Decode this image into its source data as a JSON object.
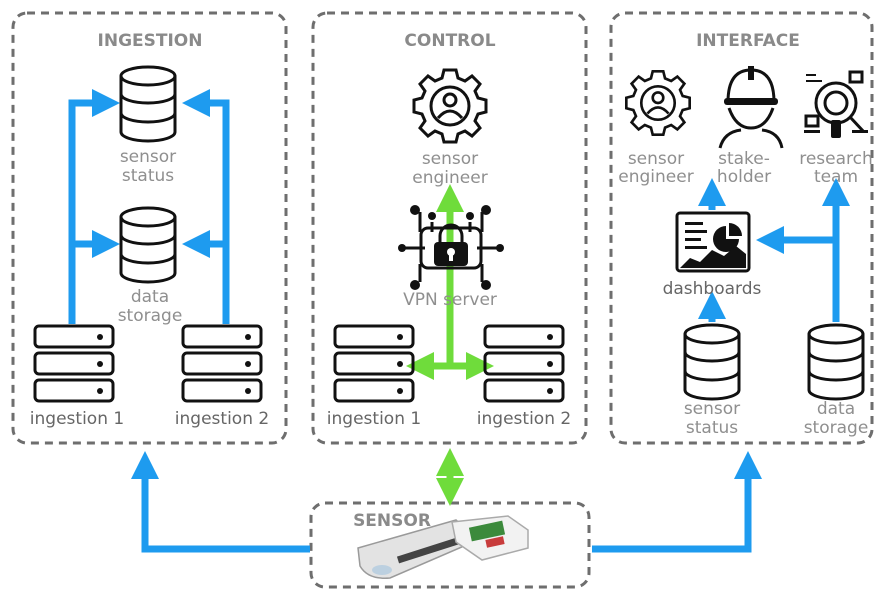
{
  "panels": {
    "ingestion": {
      "title": "INGESTION",
      "db1": [
        "sensor",
        "status"
      ],
      "db2": [
        "data",
        "storage"
      ],
      "server1": "ingestion 1",
      "server2": "ingestion 2"
    },
    "control": {
      "title": "CONTROL",
      "engineer": [
        "sensor",
        "engineer"
      ],
      "vpn": "VPN server",
      "server1": "ingestion 1",
      "server2": "ingestion 2"
    },
    "interface": {
      "title": "INTERFACE",
      "engineer": [
        "sensor",
        "engineer"
      ],
      "stakeholder": [
        "stake-",
        "holder"
      ],
      "research": [
        "research",
        "team"
      ],
      "dashboards": "dashboards",
      "db1": [
        "sensor",
        "status"
      ],
      "db2": [
        "data",
        "storage"
      ]
    },
    "sensor": {
      "title": "SENSOR"
    }
  },
  "colors": {
    "data_flow": "#1e9bef",
    "control_flow": "#6fdc3b",
    "border": "#6e6e6e"
  },
  "icons": [
    "database-icon",
    "server-icon",
    "gear-person-icon",
    "worker-icon",
    "research-icon",
    "vpn-lock-icon",
    "dashboard-icon",
    "sensor-device-icon"
  ]
}
